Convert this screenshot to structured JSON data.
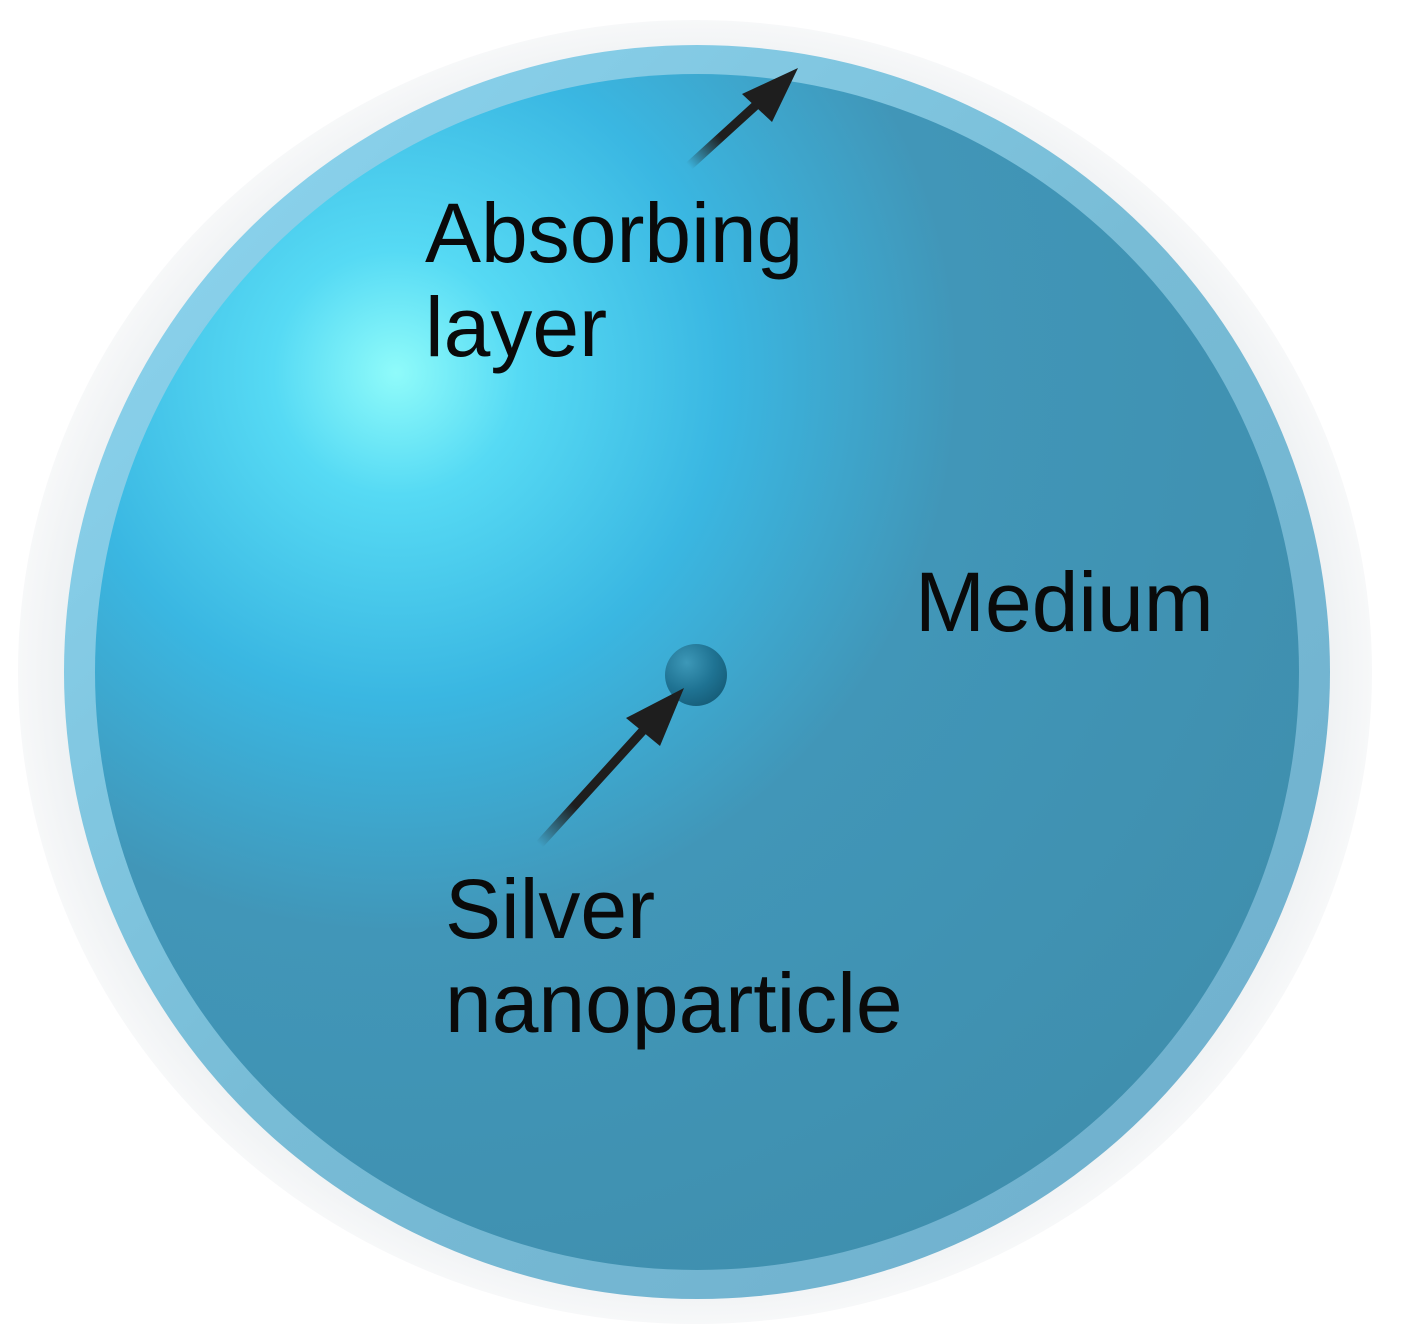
{
  "labels": {
    "absorbing_layer": [
      "Absorbing",
      "layer"
    ],
    "medium": "Medium",
    "silver_nanoparticle": [
      "Silver",
      "nanoparticle"
    ]
  },
  "colors": {
    "outer_halo": "#e9ecee",
    "absorbing_layer": "#7cc4df",
    "medium_dark": "#4193b3",
    "medium_light": "#3fc6f0",
    "highlight": "#8ffbfa",
    "nanoparticle": "#1d6e8e",
    "arrow": "#1e1e1e",
    "text": "#0a0a0a"
  }
}
